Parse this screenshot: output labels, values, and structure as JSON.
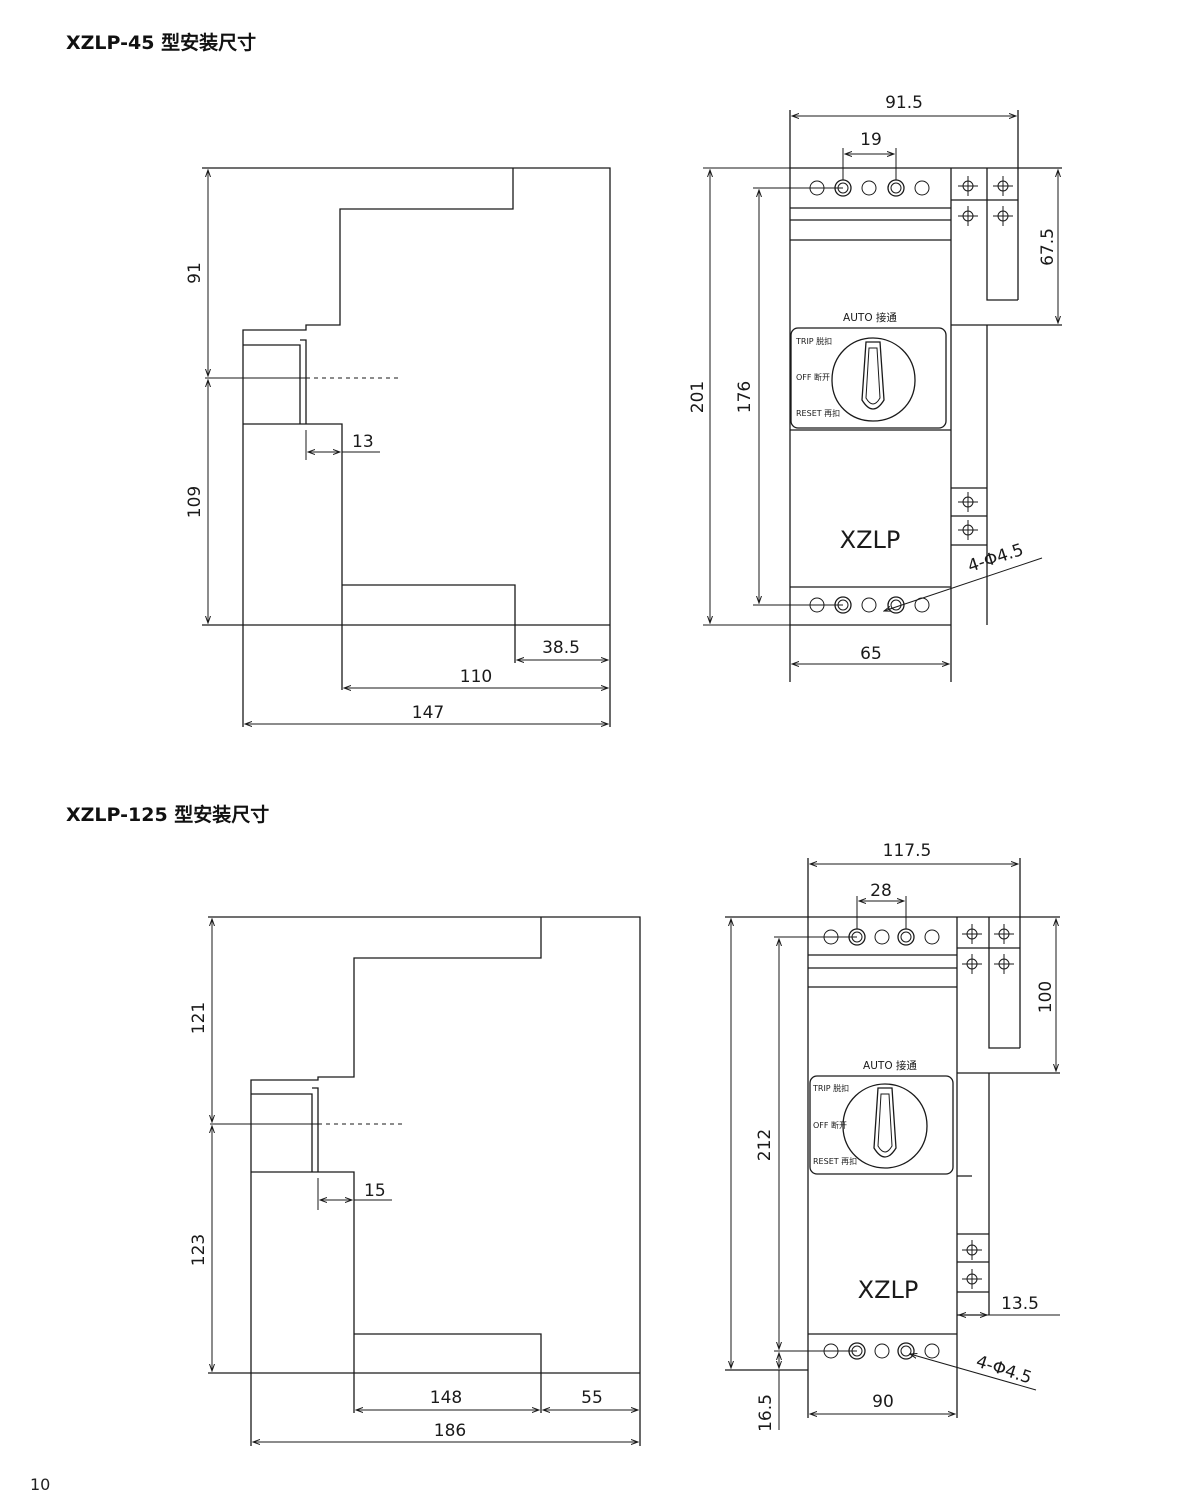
{
  "sections": [
    {
      "title": "XZLP-45 型安装尺寸",
      "side_view": {
        "height_top": "91",
        "height_bottom": "109",
        "offset": "13",
        "depth_front": "38.5",
        "depth_mid": "110",
        "depth_total": "147"
      },
      "front_view": {
        "width_top": "91.5",
        "hole_spacing": "19",
        "rail_height": "67.5",
        "total_height": "201",
        "mount_height": "176",
        "width_bottom": "65",
        "hole_spec": "4-Φ4.5",
        "brand": "XZLP",
        "switch_auto": "AUTO 接通",
        "switch_trip": "TRIP 脱扣",
        "switch_off": "OFF 断开",
        "switch_reset": "RESET 再扣"
      }
    },
    {
      "title": "XZLP-125 型安装尺寸",
      "side_view": {
        "height_top": "121",
        "height_bottom": "123",
        "offset": "15",
        "depth_mid": "148",
        "depth_front": "55",
        "depth_total": "186"
      },
      "front_view": {
        "width_top": "117.5",
        "hole_spacing": "28",
        "rail_height": "100",
        "mount_height": "212",
        "side_offset": "13.5",
        "bottom_offset": "16.5",
        "width_bottom": "90",
        "hole_spec": "4-Φ4.5",
        "brand": "XZLP",
        "switch_auto": "AUTO 接通",
        "switch_trip": "TRIP 脱扣",
        "switch_off": "OFF 断开",
        "switch_reset": "RESET 再扣"
      }
    }
  ],
  "page_number": "10"
}
